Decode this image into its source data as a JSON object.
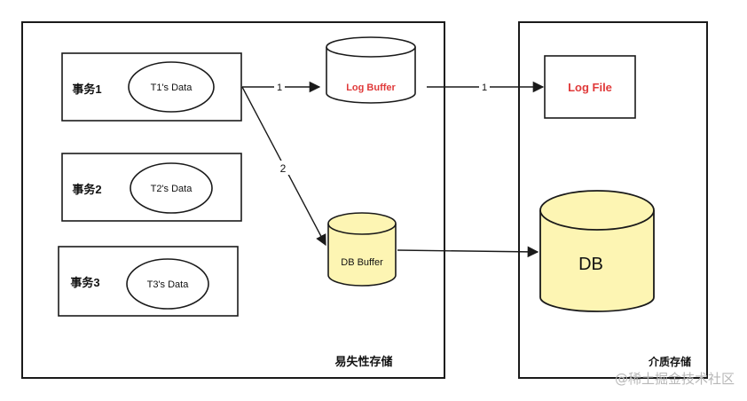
{
  "volatile": {
    "label": "易失性存储",
    "transactions": [
      {
        "name": "事务1",
        "data": "T1's Data"
      },
      {
        "name": "事务2",
        "data": "T2's Data"
      },
      {
        "name": "事务3",
        "data": "T3's Data"
      }
    ],
    "log_buffer": "Log Buffer",
    "db_buffer": "DB Buffer"
  },
  "persistent": {
    "label": "介质存储",
    "log_file": "Log File",
    "db": "DB"
  },
  "edges": [
    {
      "from": "事务1",
      "to": "Log Buffer",
      "label": "1"
    },
    {
      "from": "Log Buffer",
      "to": "Log File",
      "label": "1"
    },
    {
      "from": "事务1",
      "to": "DB Buffer",
      "label": "2"
    },
    {
      "from": "DB Buffer",
      "to": "DB",
      "label": ""
    }
  ],
  "watermark": "@稀土掘金技术社区",
  "colors": {
    "stroke": "#1a1a1a",
    "accent_red": "#e03a3a",
    "cylinder_fill": "#fdf5b3"
  }
}
